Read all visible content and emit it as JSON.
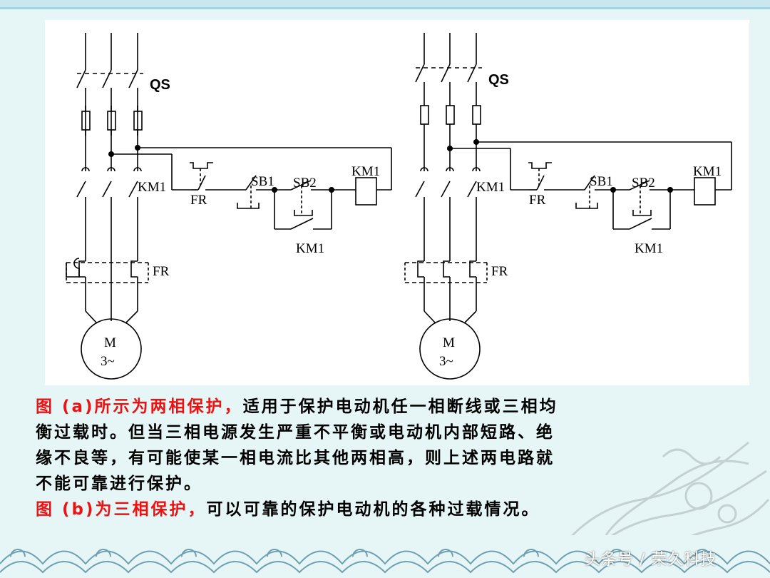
{
  "diagram": {
    "left": {
      "qs": "QS",
      "km1_contact": "KM1",
      "fr_nc": "FR",
      "sb1": "SB1",
      "sb2": "SB2",
      "km1_coil": "KM1",
      "km1_aux": "KM1",
      "fr_heater": "FR",
      "motor_m": "M",
      "motor_phase": "3~"
    },
    "right": {
      "qs": "QS",
      "km1_contact": "KM1",
      "fr_nc": "FR",
      "sb1": "SB1",
      "sb2": "SB2",
      "km1_coil": "KM1",
      "km1_aux": "KM1",
      "fr_heater": "FR",
      "motor_m": "M",
      "motor_phase": "3~"
    }
  },
  "caption": {
    "p1_red": "图 (a)所示为两相保护，",
    "p1_l1_rest": "适用于保护电动机任一相断线或三相均",
    "p1_l2": "衡过载时。但当三相电源发生严重不平衡或电动机内部短路、绝",
    "p1_l3": "缘不良等，有可能使某一相电流比其他两相高，则上述两电路就",
    "p1_l4": "不能可靠进行保护。",
    "p2_red": "图 (b)为三相保护，",
    "p2_rest": "可以可靠的保护电动机的各种过载情况。"
  },
  "watermark": "头条号 / 荣久科技",
  "colors": {
    "background": "#e6f6f6",
    "accent_red": "#ee1111",
    "panel": "#ffffff"
  }
}
